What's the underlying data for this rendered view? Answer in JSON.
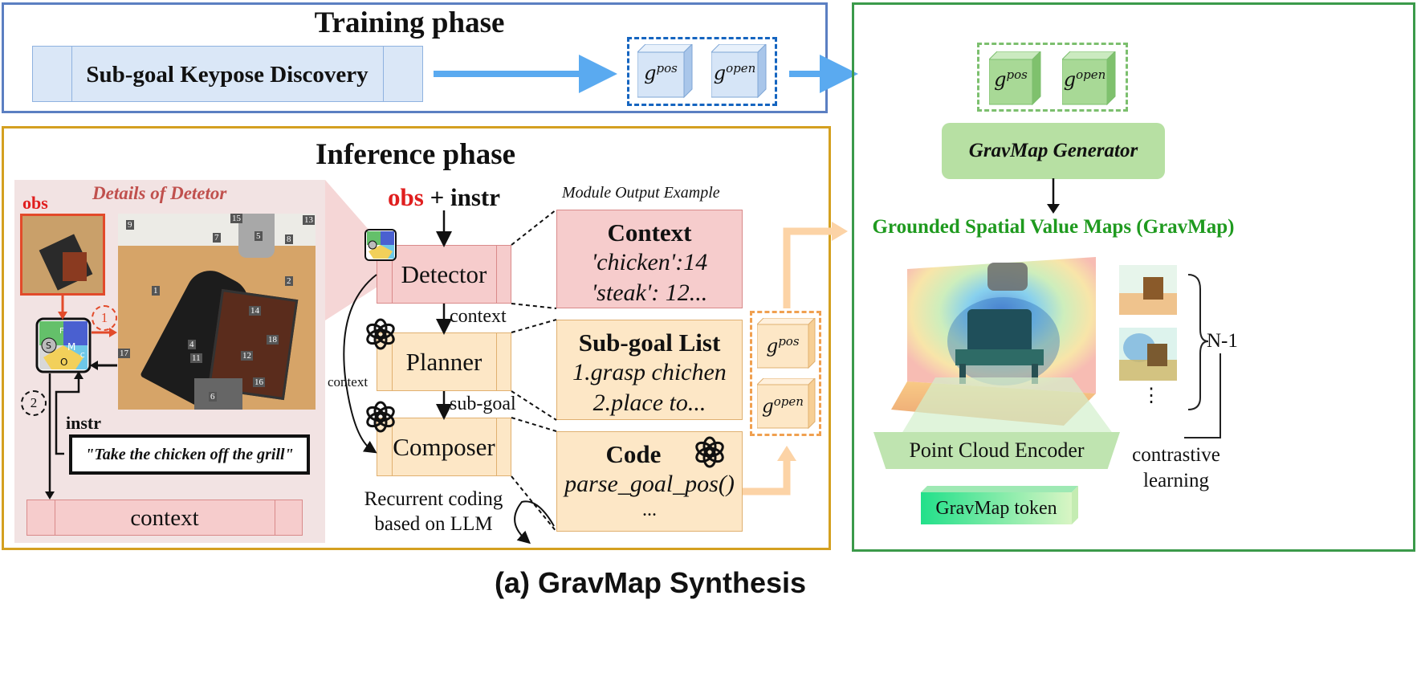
{
  "training": {
    "title": "Training phase",
    "keypose_label": "Sub-goal Keypose Discovery",
    "g_pos": "pos",
    "g_open": "open"
  },
  "right_panel": {
    "generator_label": "GravMap Generator",
    "gravmap_title": "Grounded Spatial Value Maps (GravMap)",
    "n_minus_1": "N-1",
    "ellipsis": "⋮",
    "encoder_label": "Point Cloud Encoder",
    "contrastive_line1": "contrastive",
    "contrastive_line2": "learning",
    "token_label": "GravMap token"
  },
  "inference": {
    "title": "Inference phase",
    "detail_title": "Details of Detetor",
    "obs_label": "obs",
    "instr_label": "instr",
    "instruction_text": "\"Take the chicken off the grill\"",
    "context_bar": "context",
    "step1": "1",
    "step2": "2",
    "somc": [
      "F",
      "S",
      "M",
      "O",
      "C"
    ],
    "obs_plus_instr": {
      "obs": "obs",
      "plus": " + ",
      "instr": "instr"
    },
    "module_output_example": "Module Output Example",
    "detector": "Detector",
    "planner": "Planner",
    "composer": "Composer",
    "arrow_context": "context",
    "arrow_subgoal": "sub-goal",
    "side_context": "context",
    "recurrent_line1": "Recurrent coding",
    "recurrent_line2": "based on LLM",
    "outputs": {
      "context_title": "Context",
      "context_line1": "'chicken':14",
      "context_line2": "'steak': 12...",
      "subgoal_title": "Sub-goal List",
      "subgoal_line1": "1.grasp chichen",
      "subgoal_line2": "2.place to...",
      "code_title": "Code",
      "code_line1": "parse_goal_pos()",
      "code_line2": "..."
    },
    "scene_numbers": [
      "9",
      "15",
      "13",
      "7",
      "5",
      "8",
      "1",
      "2",
      "14",
      "4",
      "11",
      "12",
      "18",
      "16",
      "6",
      "17"
    ]
  },
  "caption": "(a) GravMap Synthesis",
  "colors": {
    "training_border": "#5b7fc2",
    "inference_border": "#d4a020",
    "right_border": "#3b9a4a",
    "blue_arrow": "#5aaaf0",
    "orange_arrow": "#fcd3a6",
    "red": "#e01e1e",
    "detail_red": "#c0504d"
  }
}
